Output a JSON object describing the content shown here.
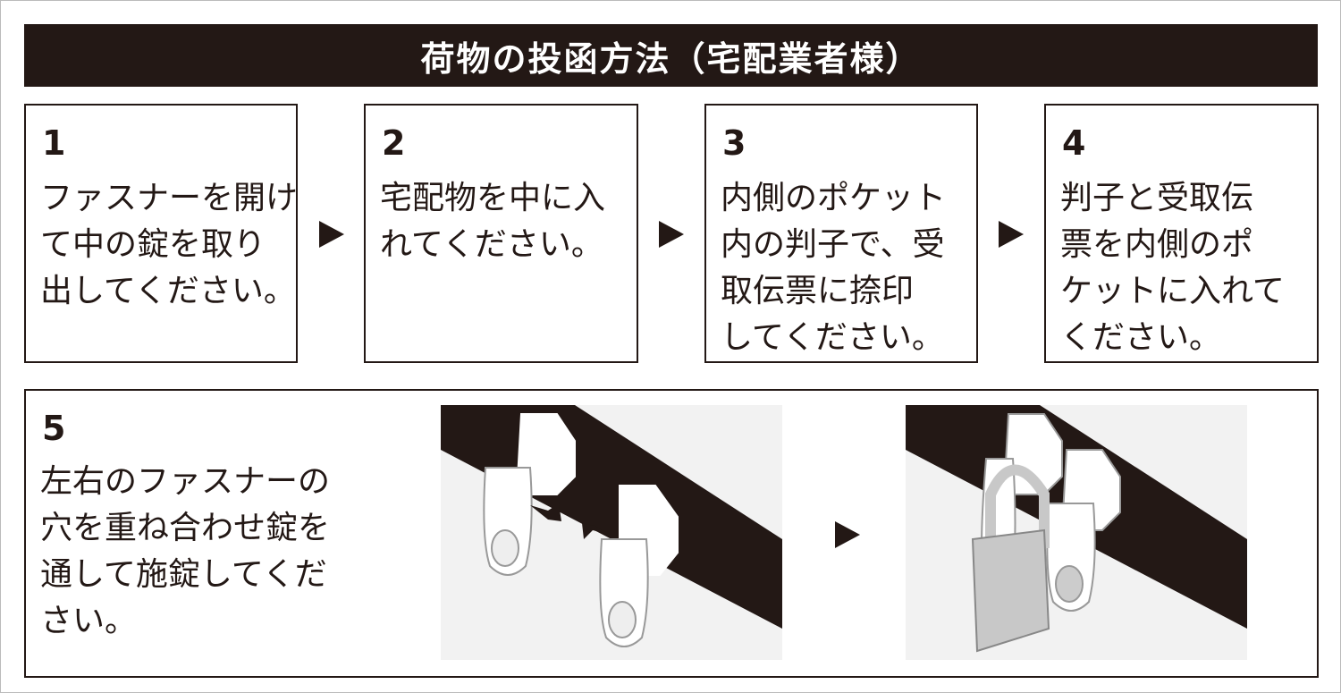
{
  "title": "荷物の投函方法（宅配業者様）",
  "steps": [
    {
      "number": "1",
      "lines": [
        "ファスナーを開け",
        "て中の錠を取り",
        "出してください。"
      ]
    },
    {
      "number": "2",
      "lines": [
        "宅配物を中に入",
        "れてください。"
      ]
    },
    {
      "number": "3",
      "lines": [
        "内側のポケット",
        "内の判子で、受",
        "取伝票に捺印",
        "してください。"
      ]
    },
    {
      "number": "4",
      "lines": [
        "判子と受取伝",
        "票を内側のポ",
        "ケットに入れて",
        "ください。"
      ]
    }
  ],
  "step5": {
    "number": "5",
    "lines": [
      "左右のファスナーの",
      "穴を重ね合わせ錠を",
      "通して施錠してくだ",
      "さい。"
    ]
  },
  "colors": {
    "dark": "#231815",
    "lock": "#c8c8c8",
    "bg": "#f2f2f2"
  }
}
